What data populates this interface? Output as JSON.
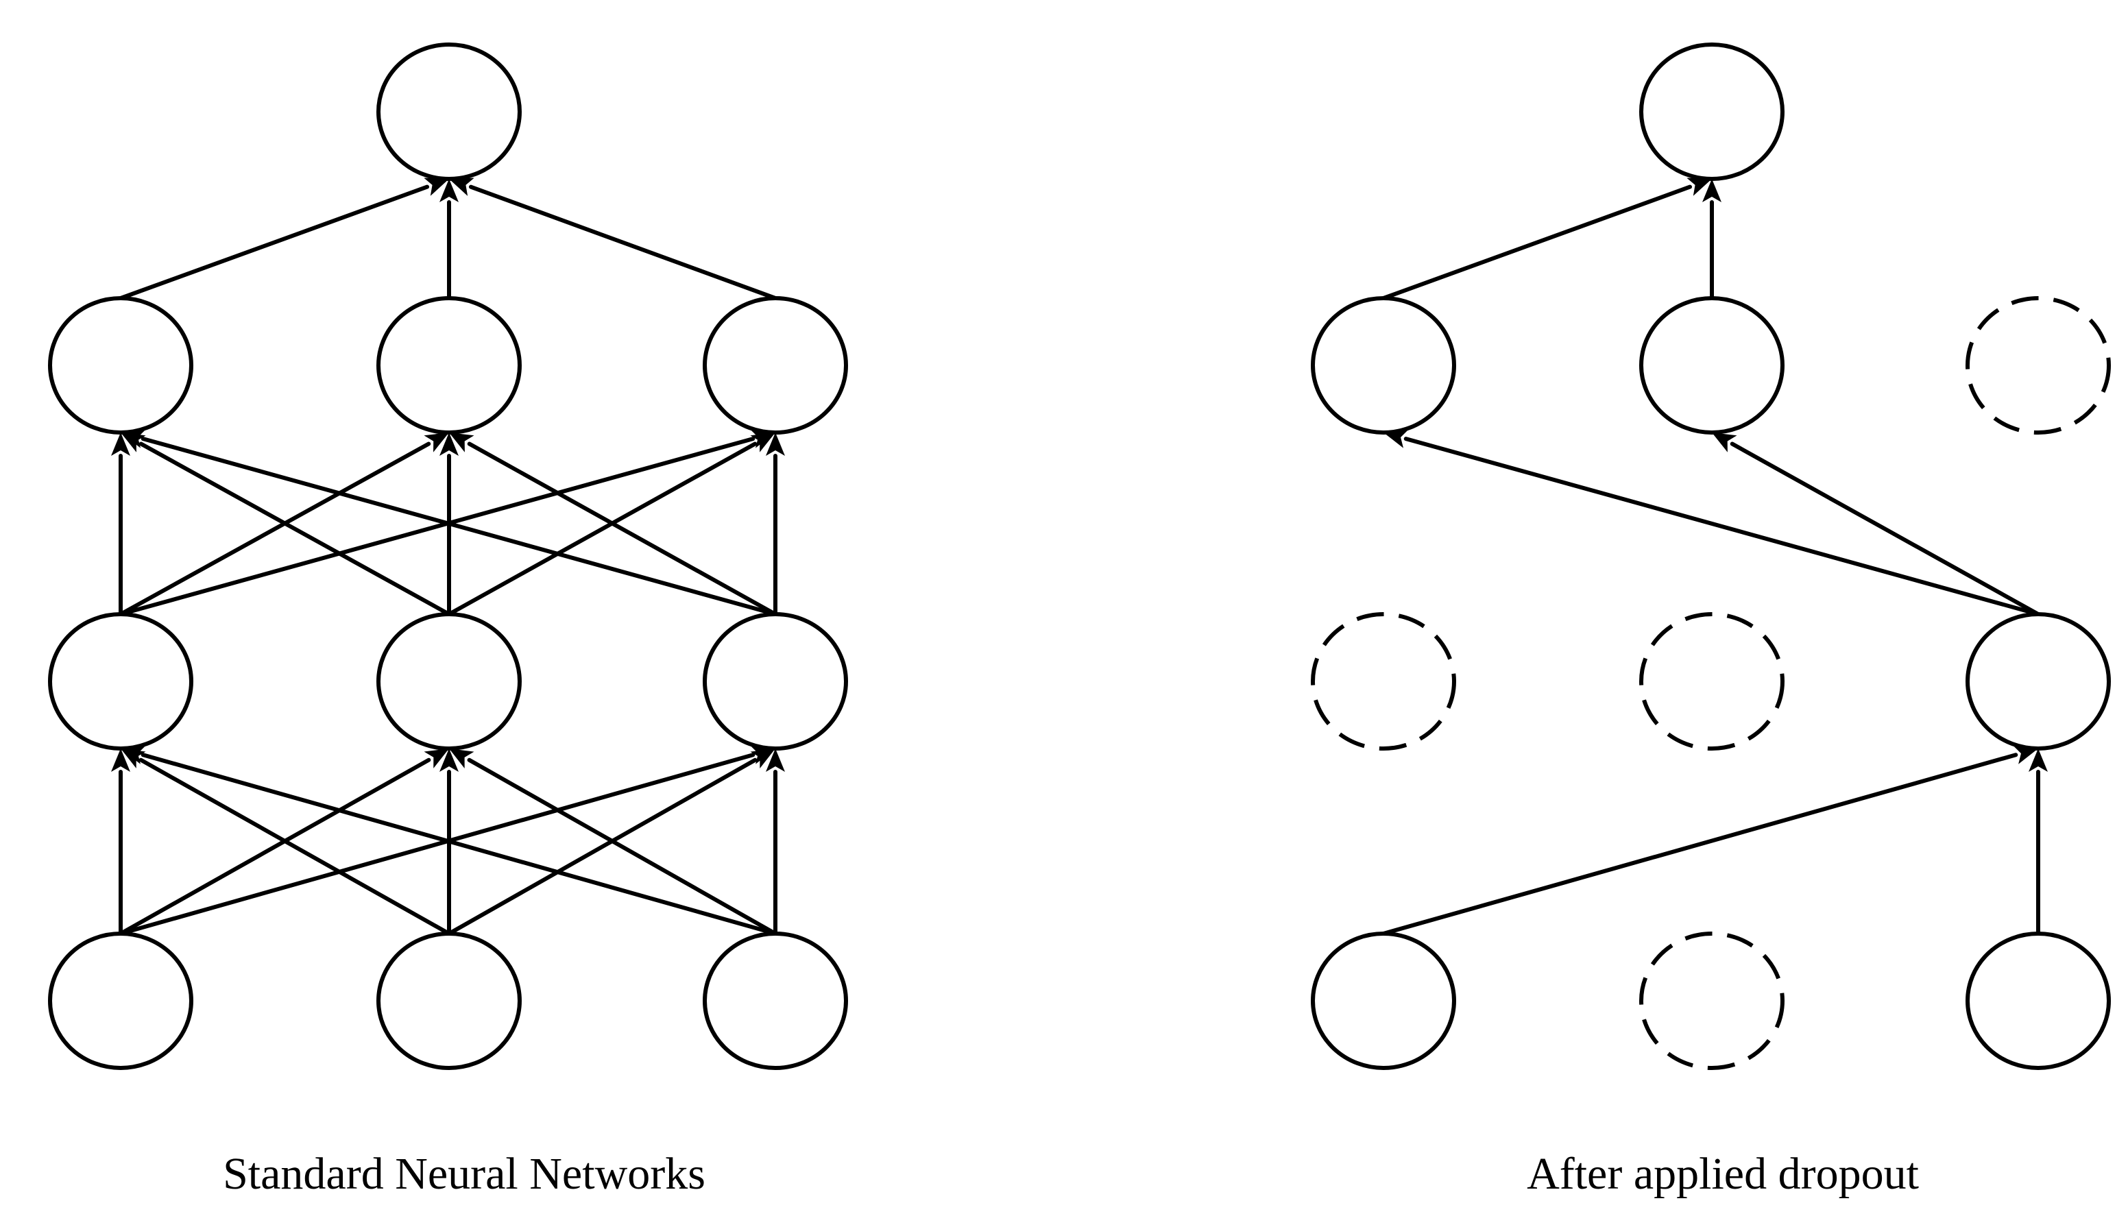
{
  "diagram": {
    "colors": {
      "stroke": "#000000",
      "node_fill": "#ffffff",
      "background": "#ffffff"
    },
    "panels": [
      {
        "id": "standard",
        "caption": "Standard Neural Networks",
        "dropped_nodes": [],
        "edges": [
          [
            "L0N0",
            "L1N0"
          ],
          [
            "L0N0",
            "L1N1"
          ],
          [
            "L0N0",
            "L1N2"
          ],
          [
            "L0N1",
            "L1N0"
          ],
          [
            "L0N1",
            "L1N1"
          ],
          [
            "L0N1",
            "L1N2"
          ],
          [
            "L0N2",
            "L1N0"
          ],
          [
            "L0N2",
            "L1N1"
          ],
          [
            "L0N2",
            "L1N2"
          ],
          [
            "L1N0",
            "L2N0"
          ],
          [
            "L1N0",
            "L2N1"
          ],
          [
            "L1N0",
            "L2N2"
          ],
          [
            "L1N1",
            "L2N0"
          ],
          [
            "L1N1",
            "L2N1"
          ],
          [
            "L1N1",
            "L2N2"
          ],
          [
            "L1N2",
            "L2N0"
          ],
          [
            "L1N2",
            "L2N1"
          ],
          [
            "L1N2",
            "L2N2"
          ],
          [
            "L2N0",
            "L3N0"
          ],
          [
            "L2N1",
            "L3N0"
          ],
          [
            "L2N2",
            "L3N0"
          ]
        ]
      },
      {
        "id": "dropout",
        "caption": "After applied dropout",
        "dropped_nodes": [
          "L0N1",
          "L1N0",
          "L1N1",
          "L2N2"
        ],
        "edges": [
          [
            "L0N0",
            "L1N2"
          ],
          [
            "L0N2",
            "L1N2"
          ],
          [
            "L1N2",
            "L2N0"
          ],
          [
            "L1N2",
            "L2N1"
          ],
          [
            "L2N0",
            "L3N0"
          ],
          [
            "L2N1",
            "L3N0"
          ]
        ]
      }
    ]
  }
}
